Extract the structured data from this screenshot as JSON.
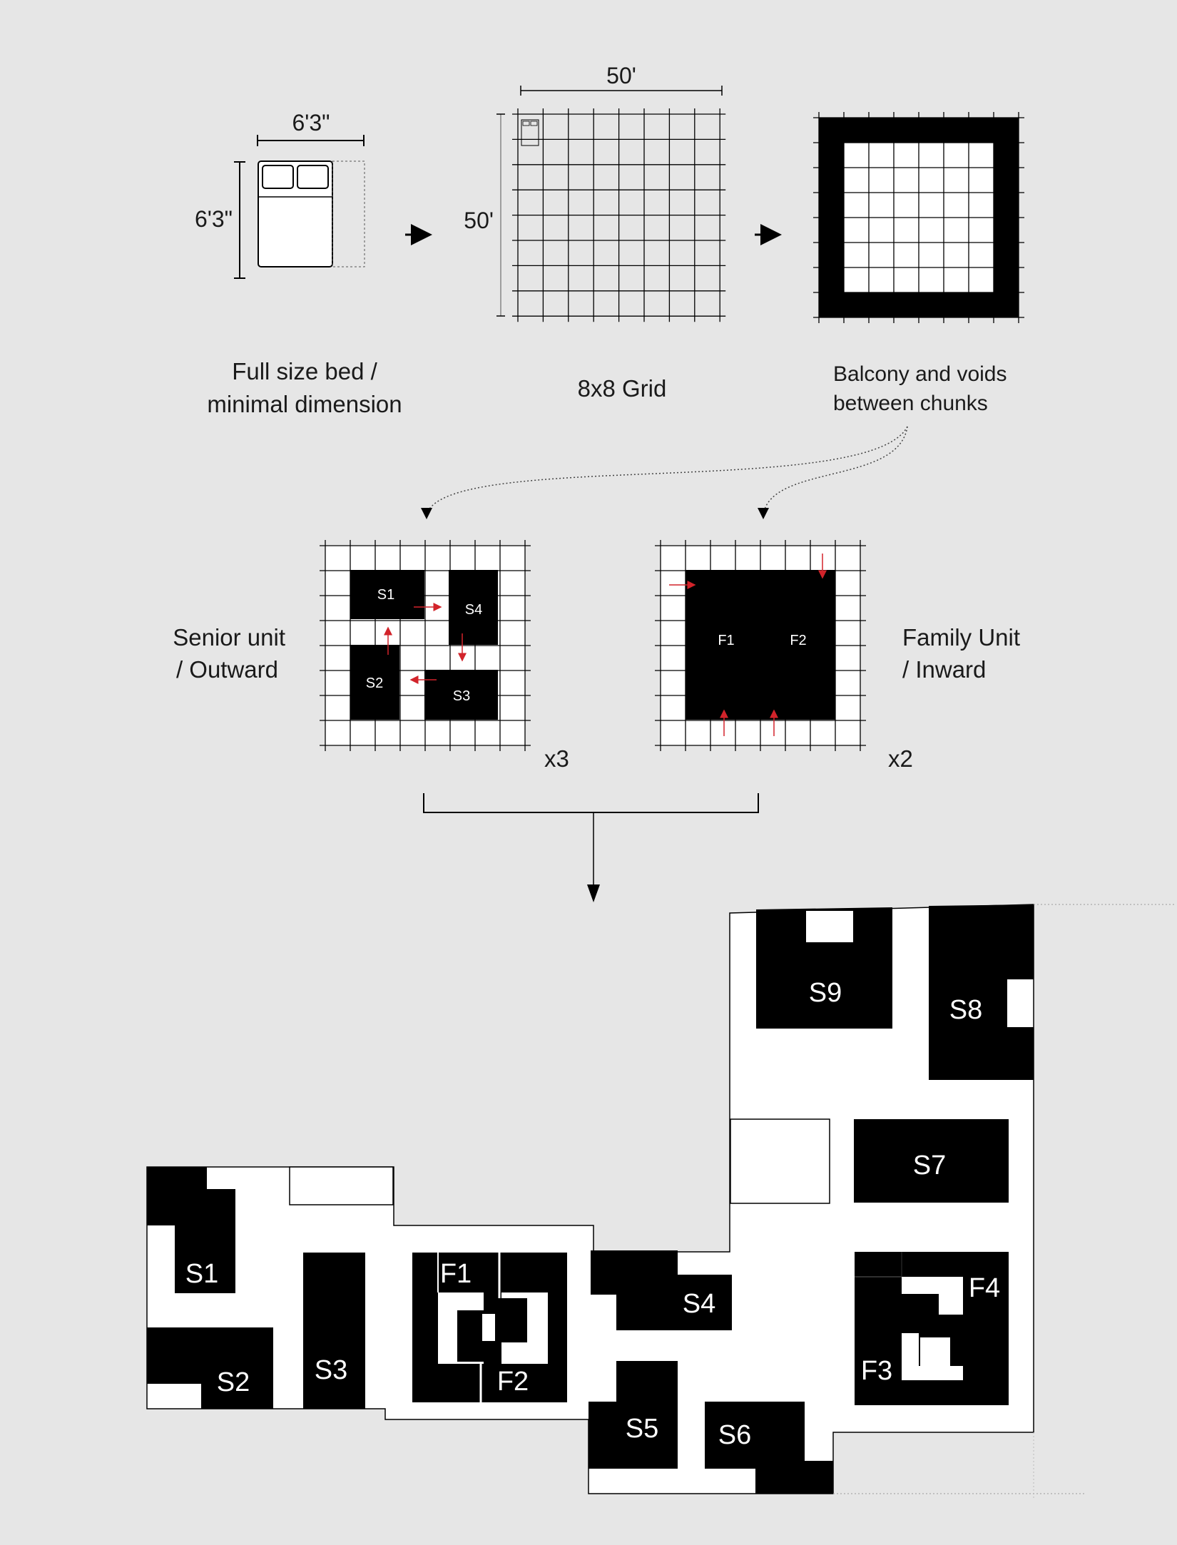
{
  "top_row": {
    "bed": {
      "dim_width": "6'3\"",
      "dim_height": "6'3\"",
      "caption_line1": "Full size bed /",
      "caption_line2": "minimal dimension"
    },
    "grid": {
      "dim_width": "50'",
      "dim_height": "50'",
      "caption": "8x8 Grid"
    },
    "balcony": {
      "caption_line1": "Balcony and voids",
      "caption_line2": "between chunks"
    }
  },
  "middle_row": {
    "senior": {
      "label_line1": "Senior unit",
      "label_line2": "/ Outward",
      "multiplier": "x3",
      "chunks": [
        "S1",
        "S4",
        "S2",
        "S3"
      ]
    },
    "family": {
      "label_line1": "Family Unit",
      "label_line2": "/ Inward",
      "multiplier": "x2",
      "chunks": [
        "F1",
        "F2"
      ]
    }
  },
  "plan": {
    "units": [
      "S1",
      "S2",
      "S3",
      "F1",
      "F2",
      "S4",
      "S5",
      "S6",
      "S7",
      "S8",
      "S9",
      "F3",
      "F4"
    ]
  },
  "colors": {
    "background": "#e6e6e6",
    "fill": "#000000",
    "arrow_accent": "#d2232a",
    "paper": "#ffffff"
  }
}
